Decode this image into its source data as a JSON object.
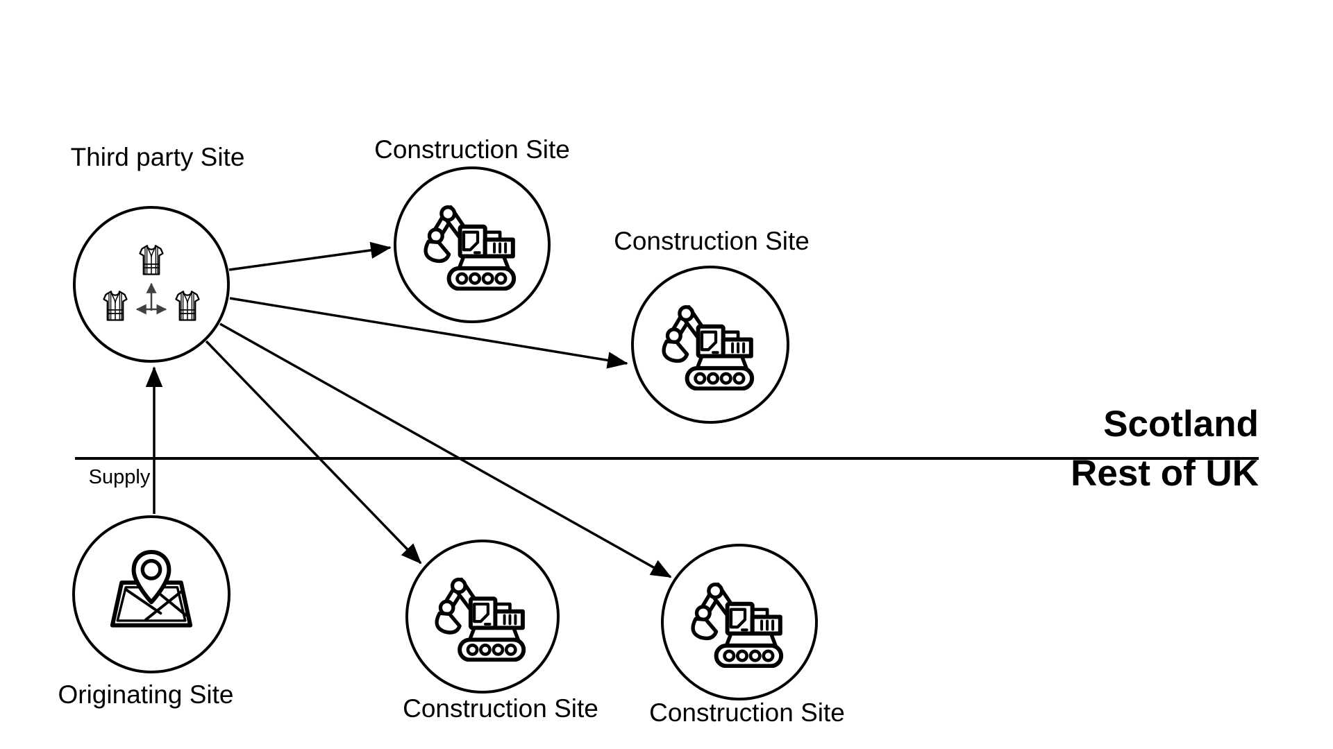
{
  "diagram": {
    "background_color": "#ffffff",
    "stroke_color": "#000000",
    "transfer_arrow_color": "#404040",
    "regions": {
      "top_label": "Scotland",
      "bottom_label": "Rest of UK"
    },
    "nodes": {
      "third_party": {
        "label": "Third party Site",
        "icon": "safety-vest-trio-icon"
      },
      "construction_top_mid": {
        "label": "Construction Site",
        "icon": "excavator-icon"
      },
      "construction_top_right": {
        "label": "Construction Site",
        "icon": "excavator-icon"
      },
      "construction_bottom_left": {
        "label": "Construction Site",
        "icon": "excavator-icon"
      },
      "construction_bottom_right": {
        "label": "Construction Site",
        "icon": "excavator-icon"
      },
      "originating": {
        "label": "Originating Site",
        "icon": "map-location-icon"
      }
    },
    "edges": [
      {
        "from": "originating",
        "to": "third_party",
        "label": "Supply"
      },
      {
        "from": "third_party",
        "to": "construction_top_mid",
        "label": ""
      },
      {
        "from": "third_party",
        "to": "construction_top_right",
        "label": ""
      },
      {
        "from": "third_party",
        "to": "construction_bottom_left",
        "label": ""
      },
      {
        "from": "third_party",
        "to": "construction_bottom_right",
        "label": ""
      }
    ]
  }
}
